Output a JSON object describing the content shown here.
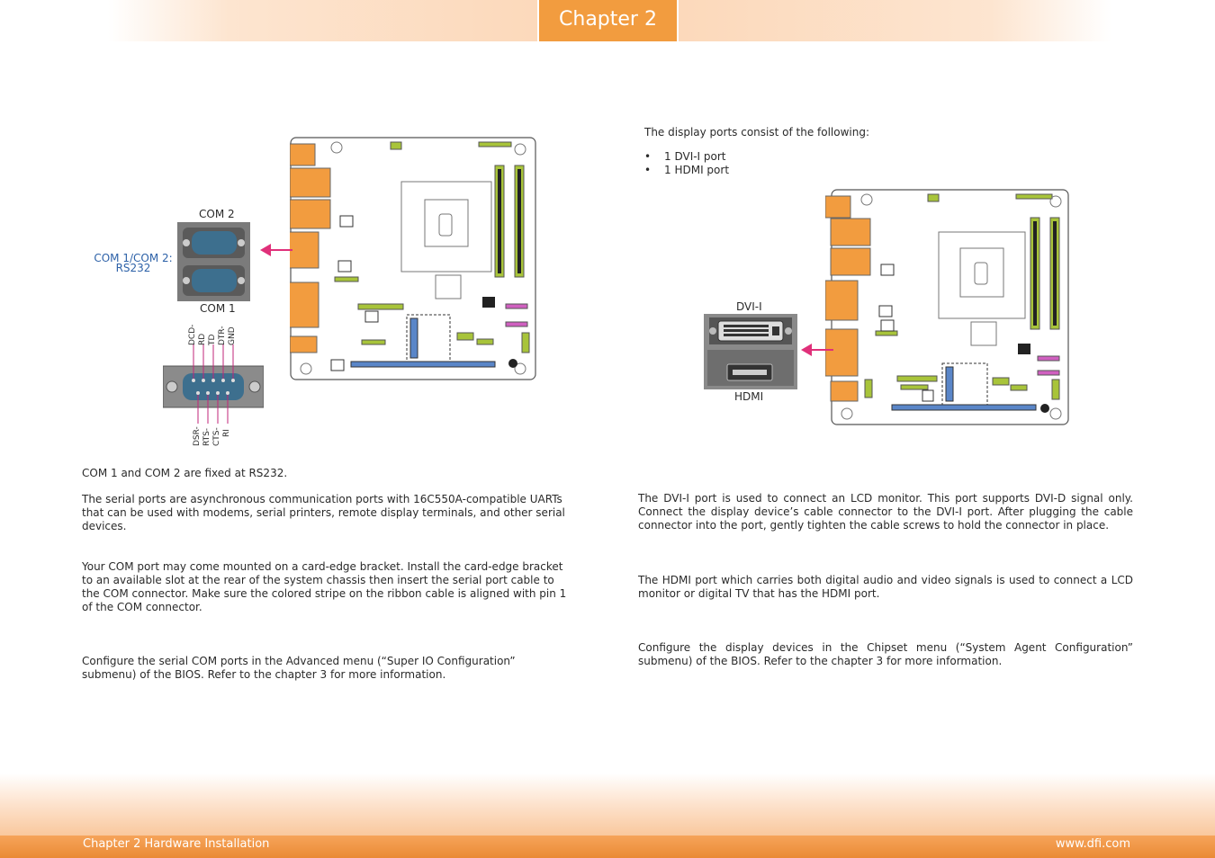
{
  "header": {
    "chapter_label": "Chapter 2"
  },
  "footer": {
    "left_text": "Chapter 2 Hardware Installation",
    "right_text": "www.dfi.com"
  },
  "left": {
    "com2_label": "COM 2",
    "com1_label": "COM 1",
    "com_type_line1": "COM 1/COM 2:",
    "com_type_line2": "RS232",
    "pins_top": [
      "DCD-",
      "RD",
      "TD",
      "DTR-",
      "GND"
    ],
    "pins_bottom": [
      "DSR-",
      "RTS-",
      "CTS-",
      "RI"
    ],
    "p1": "COM 1 and COM 2 are fixed at RS232.",
    "p2": "The serial ports are asynchronous communication ports with 16C550A-compatible UARTs that can be used with modems, serial printers, remote display terminals, and other serial devices.",
    "p3": "Your COM port may come mounted on a card-edge bracket. Install the card-edge bracket to an available slot at the rear of the system chassis then insert the serial port cable to the COM connector. Make sure the colored stripe on the ribbon cable is aligned with pin 1 of the COM connector.",
    "p4": "Configure the serial COM ports in the Advanced menu (“Super IO Configuration” submenu) of the BIOS. Refer to the chapter 3 for more information."
  },
  "right": {
    "intro": "The display ports consist of the following:",
    "bullets": [
      "1 DVI-I port",
      "1 HDMI port"
    ],
    "dvi_label": "DVI-I",
    "hdmi_label": "HDMI",
    "p1": "The DVI-I port is used to connect an LCD monitor. This port supports DVI-D signal only. Connect the display device’s cable connector to the DVI-I port. After plugging the cable connector into the port, gently tighten the cable screws to hold the connector in place.",
    "p2": "The HDMI port which carries both digital audio and video signals is used to connect a LCD monitor or digital TV that has the HDMI port.",
    "p3": "Configure the display devices in the Chipset menu (“System Agent Configuration” submenu) of the BIOS. Refer to the chapter 3 for more information."
  },
  "colors": {
    "accent": "#f29c3f",
    "arrow": "#e0307a",
    "link_blue": "#2e62a8",
    "slot_green": "#a8c43a",
    "board_orange": "#f29c3f"
  }
}
